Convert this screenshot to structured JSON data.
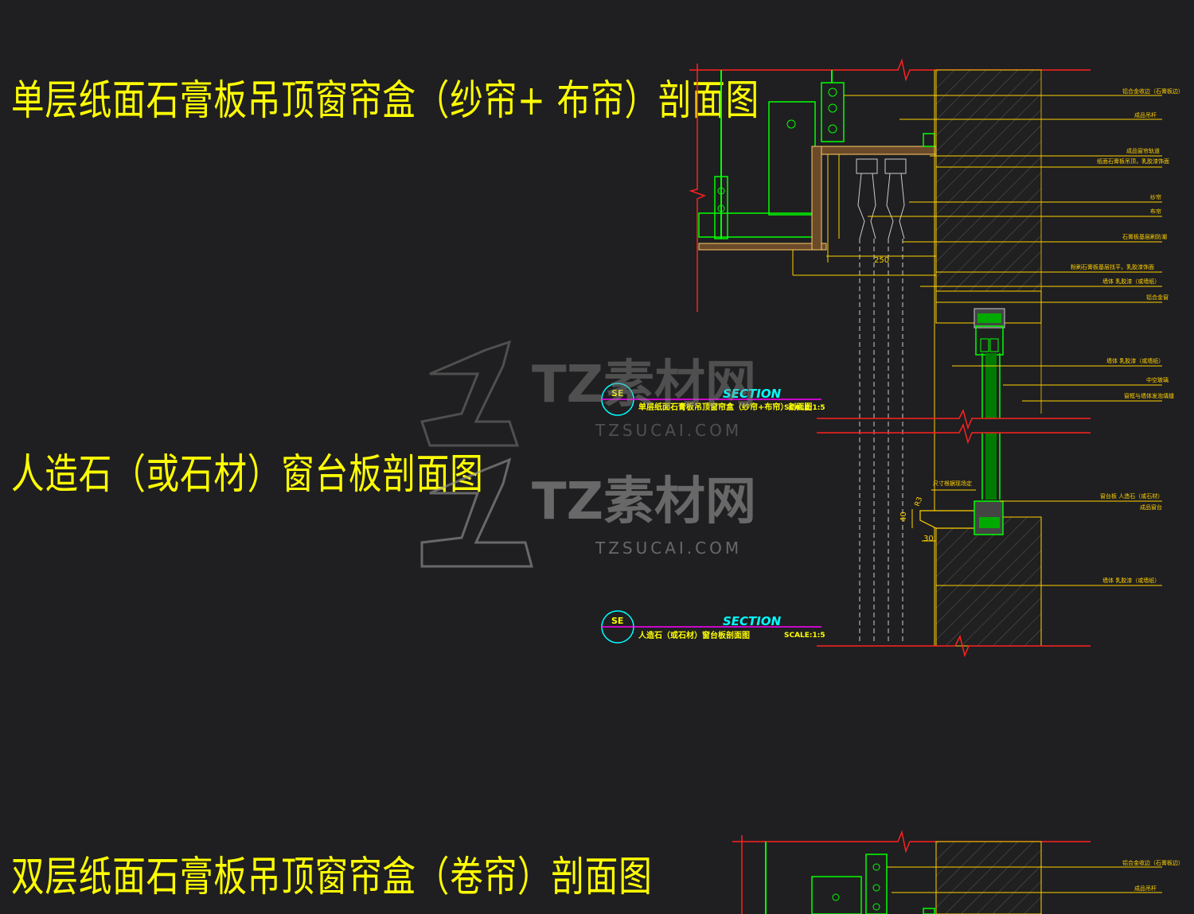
{
  "titles": {
    "title_1": "单层纸面石膏板吊顶窗帘盒（纱帘+ 布帘）剖面图",
    "title_2": "人造石（或石材）窗台板剖面图",
    "title_3": "双层纸面石膏板吊顶窗帘盒（卷帘）剖面图"
  },
  "section_1": {
    "symbol": "SE",
    "heading": "SECTION",
    "name": "单层纸面石膏板吊顶窗帘盒（纱帘+布帘）剖面图",
    "scale": "SCALE:1:5"
  },
  "section_2": {
    "symbol": "SE",
    "heading": "SECTION",
    "name": "人造石（或石材）窗台板剖面图",
    "scale": "SCALE:1:5"
  },
  "dimensions": {
    "d_250": "250",
    "d_40": "40",
    "d_30": "30",
    "d_r2": "R3"
  },
  "watermark": {
    "brand": "TZ素材网",
    "domain": "TZSUCAI.COM"
  },
  "colors": {
    "background": "#1f1f21",
    "title": "#ffff00",
    "red_line": "#ff0000",
    "green_line": "#00ff00",
    "cyan": "#00ffff",
    "magenta": "#ff00ff"
  }
}
